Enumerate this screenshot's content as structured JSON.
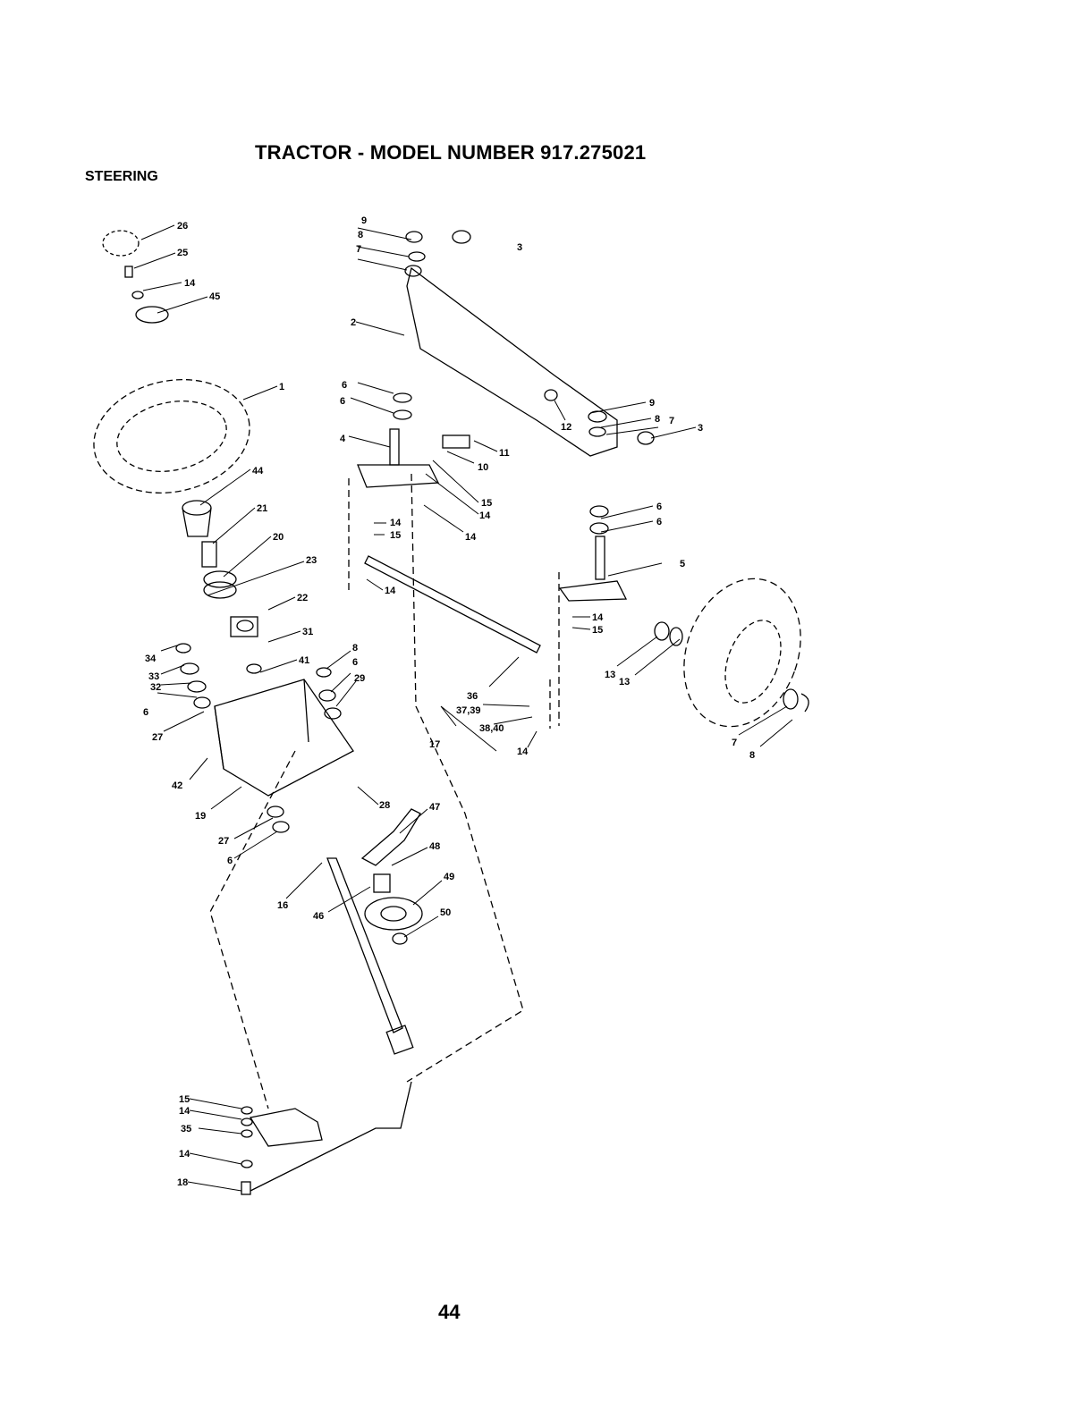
{
  "header": {
    "title": "TRACTOR - MODEL NUMBER 917.275021",
    "section": "STEERING"
  },
  "footer": {
    "page_number": "44"
  },
  "diagram": {
    "labels": [
      "26",
      "25",
      "14",
      "45",
      "1",
      "44",
      "21",
      "20",
      "23",
      "22",
      "34",
      "33",
      "32",
      "6",
      "27",
      "31",
      "41",
      "8",
      "6",
      "29",
      "42",
      "19",
      "28",
      "27",
      "6",
      "16",
      "46",
      "47",
      "48",
      "49",
      "50",
      "9",
      "8",
      "7",
      "3",
      "2",
      "6",
      "6",
      "4",
      "12",
      "9",
      "8",
      "7",
      "3",
      "11",
      "10",
      "15",
      "14",
      "14",
      "14",
      "15",
      "14",
      "36",
      "37,39",
      "38,40",
      "17",
      "14",
      "5",
      "6",
      "6",
      "14",
      "15",
      "13",
      "13",
      "7",
      "8",
      "15",
      "14",
      "35",
      "14",
      "18"
    ]
  }
}
